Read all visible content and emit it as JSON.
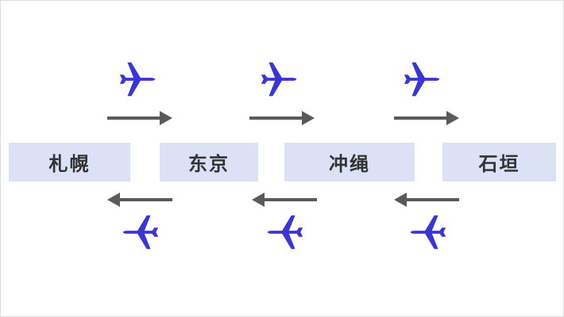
{
  "cities": [
    "札幌",
    "东京",
    "冲绳",
    "石垣"
  ],
  "colors": {
    "plane": "#3a35d6",
    "box": "#dbe2f5",
    "arrow": "#5a5a5a"
  },
  "icons": {
    "plane": "airplane-icon",
    "outbound": "arrow-right-icon",
    "return": "arrow-left-icon"
  }
}
